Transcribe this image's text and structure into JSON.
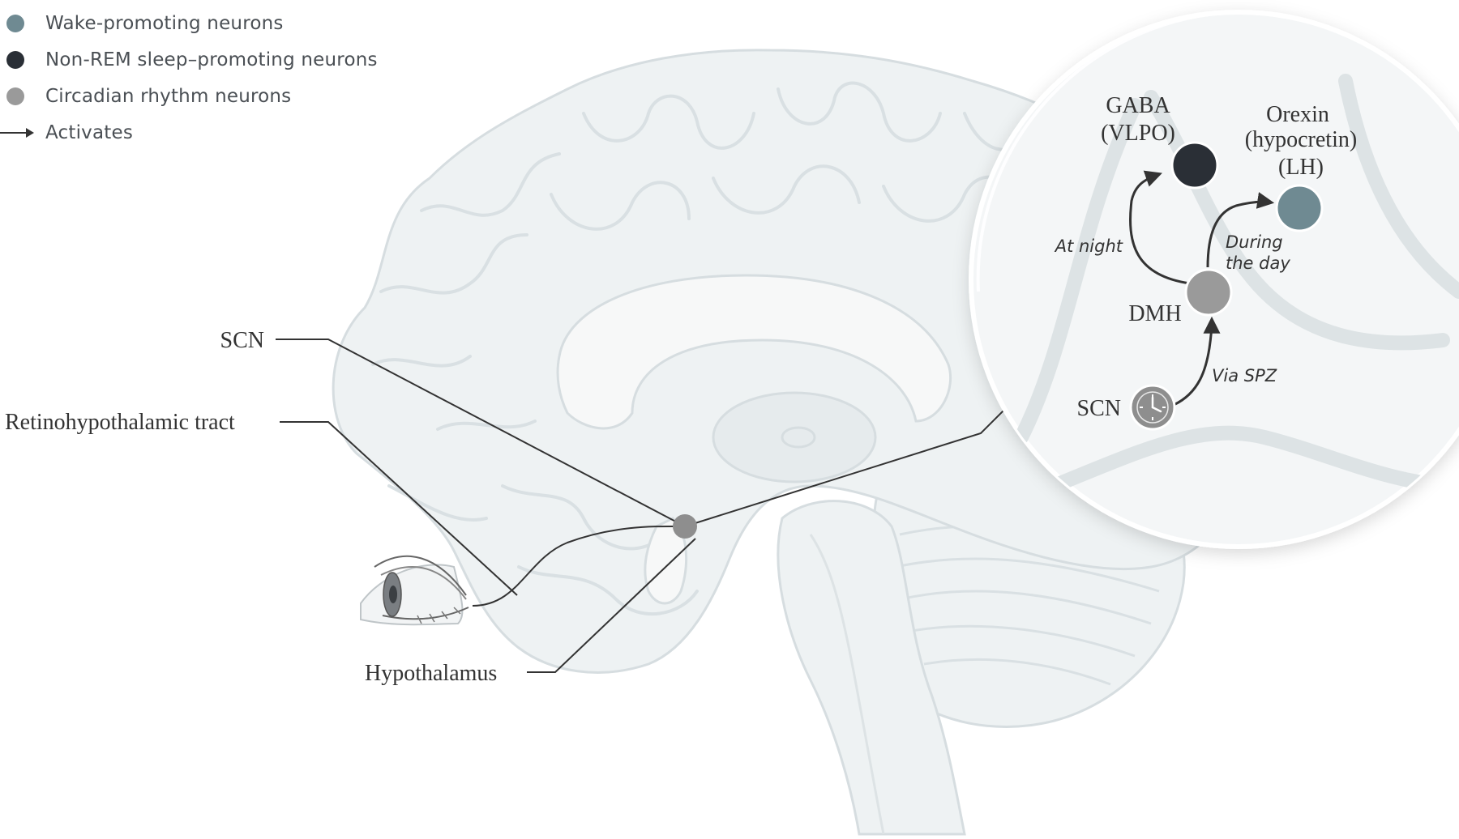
{
  "legend": {
    "items": [
      {
        "label": "Wake-promoting neurons",
        "color": "#6f8a92"
      },
      {
        "label": "Non-REM sleep–promoting neurons",
        "color": "#2a2f36"
      },
      {
        "label": "Circadian rhythm neurons",
        "color": "#9a9a9a"
      }
    ],
    "arrow_label": "Activates"
  },
  "callouts": {
    "scn": "SCN",
    "retino": "Retinohypothalamic tract",
    "hypothalamus": "Hypothalamus"
  },
  "inset": {
    "gaba_line1": "GABA",
    "gaba_line2": "(VLPO)",
    "orexin_line1": "Orexin",
    "orexin_line2": "(hypocretin)",
    "orexin_line3": "(LH)",
    "dmh": "DMH",
    "scn": "SCN",
    "at_night": "At night",
    "during_line1": "During",
    "during_line2": "the day",
    "via_spz": "Via SPZ"
  },
  "colors": {
    "wake": "#6f8a92",
    "sleep": "#2a2f36",
    "circadian": "#9a9a9a",
    "brain_fill": "#eef2f3",
    "brain_stroke": "#d6dde0",
    "line": "#333333"
  },
  "icons": [
    "eye-icon",
    "clock-icon",
    "arrow-icon"
  ]
}
